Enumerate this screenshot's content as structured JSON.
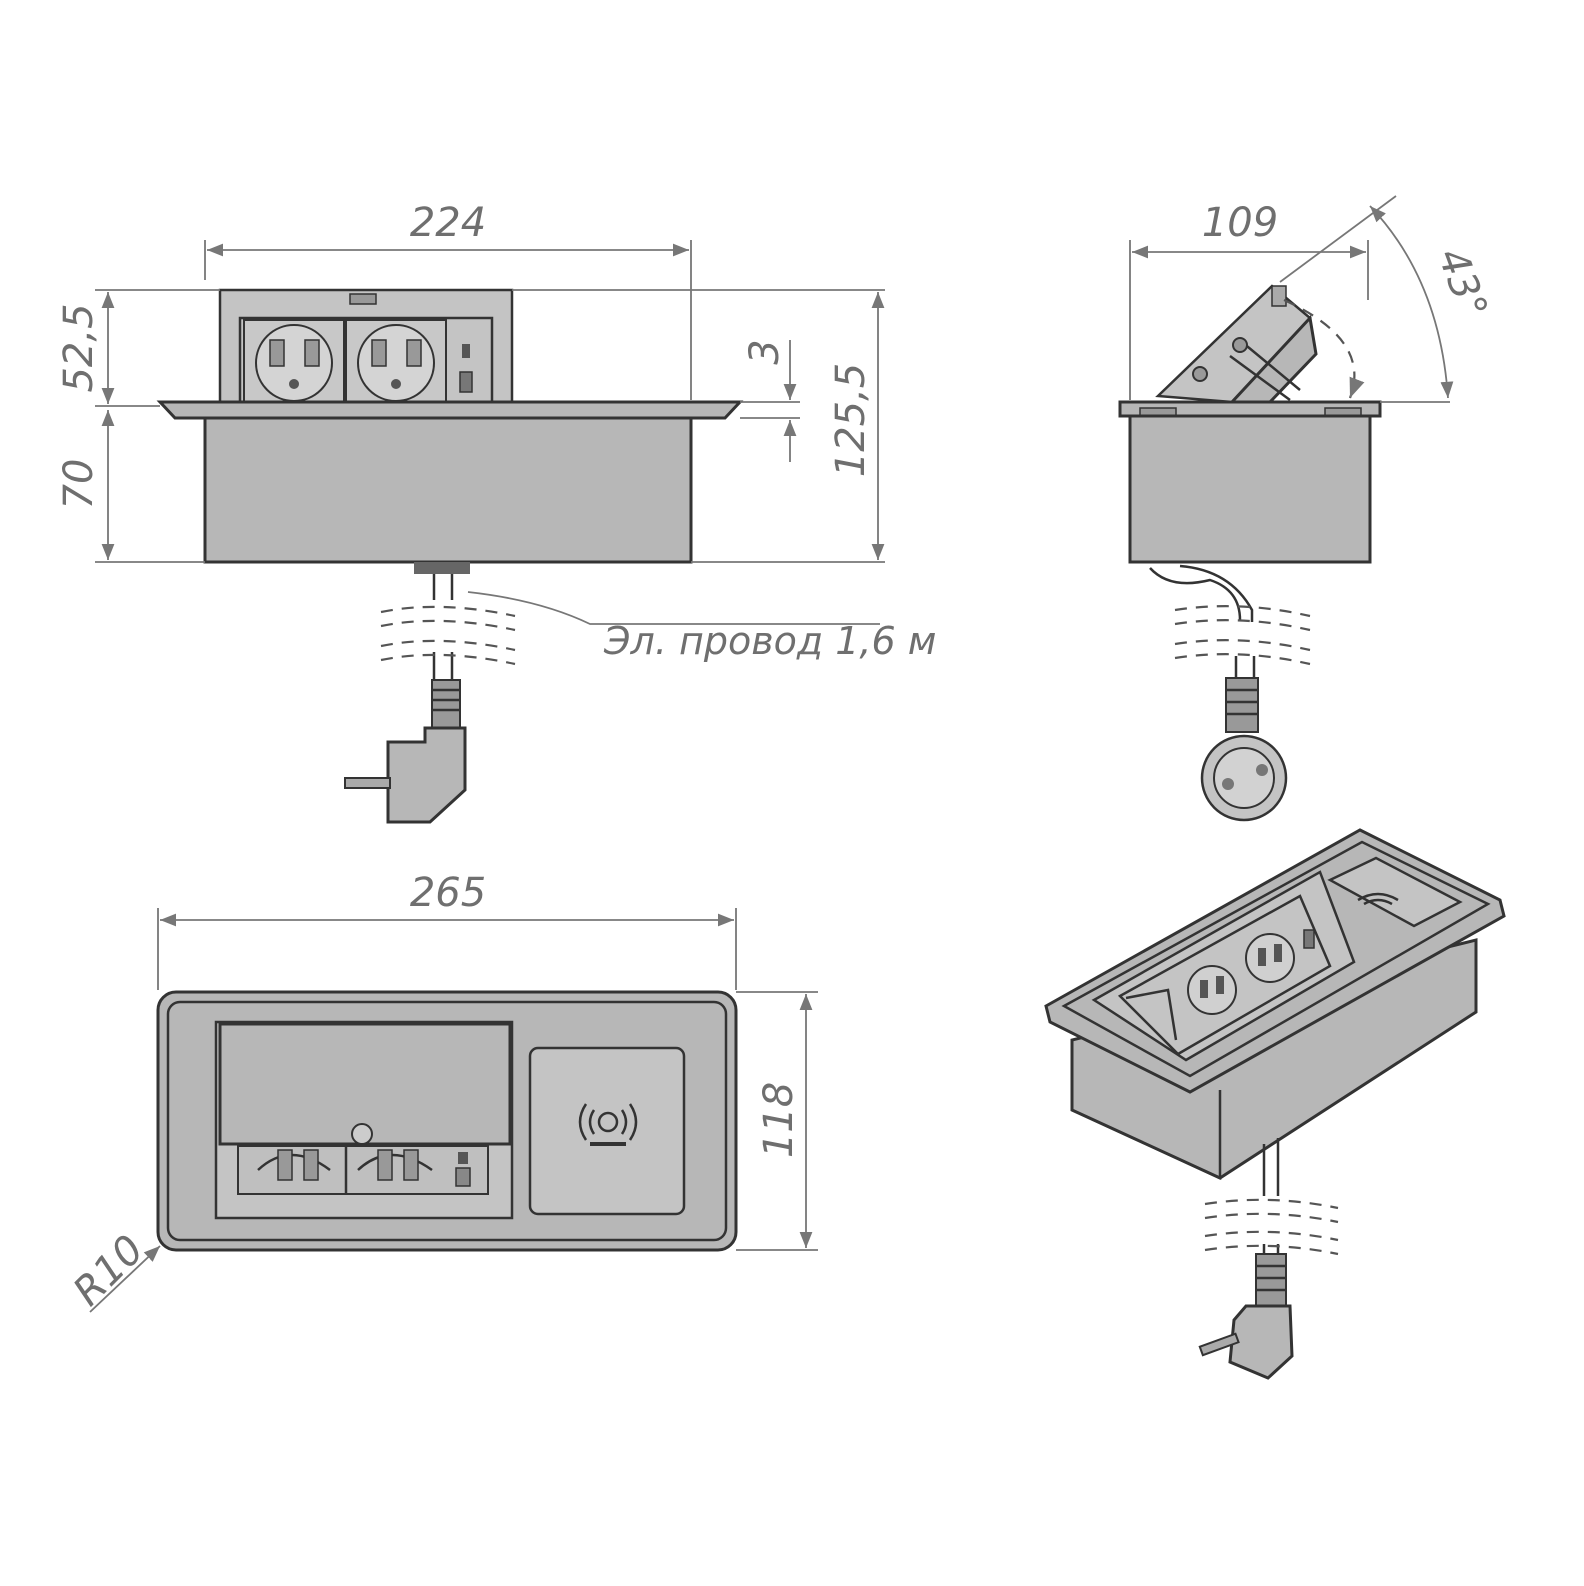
{
  "dimensions": {
    "front_width": "224",
    "flap_height": "52,5",
    "lid_thickness": "3",
    "total_height": "125,5",
    "body_depth": "70",
    "side_width": "109",
    "tilt_angle": "43°",
    "top_length": "265",
    "top_width": "118",
    "corner_radius": "R10"
  },
  "cable_note": "Эл. провод 1,6 м",
  "colors": {
    "body": "#b7b7b7",
    "line": "#333333",
    "dimension": "#777777"
  }
}
